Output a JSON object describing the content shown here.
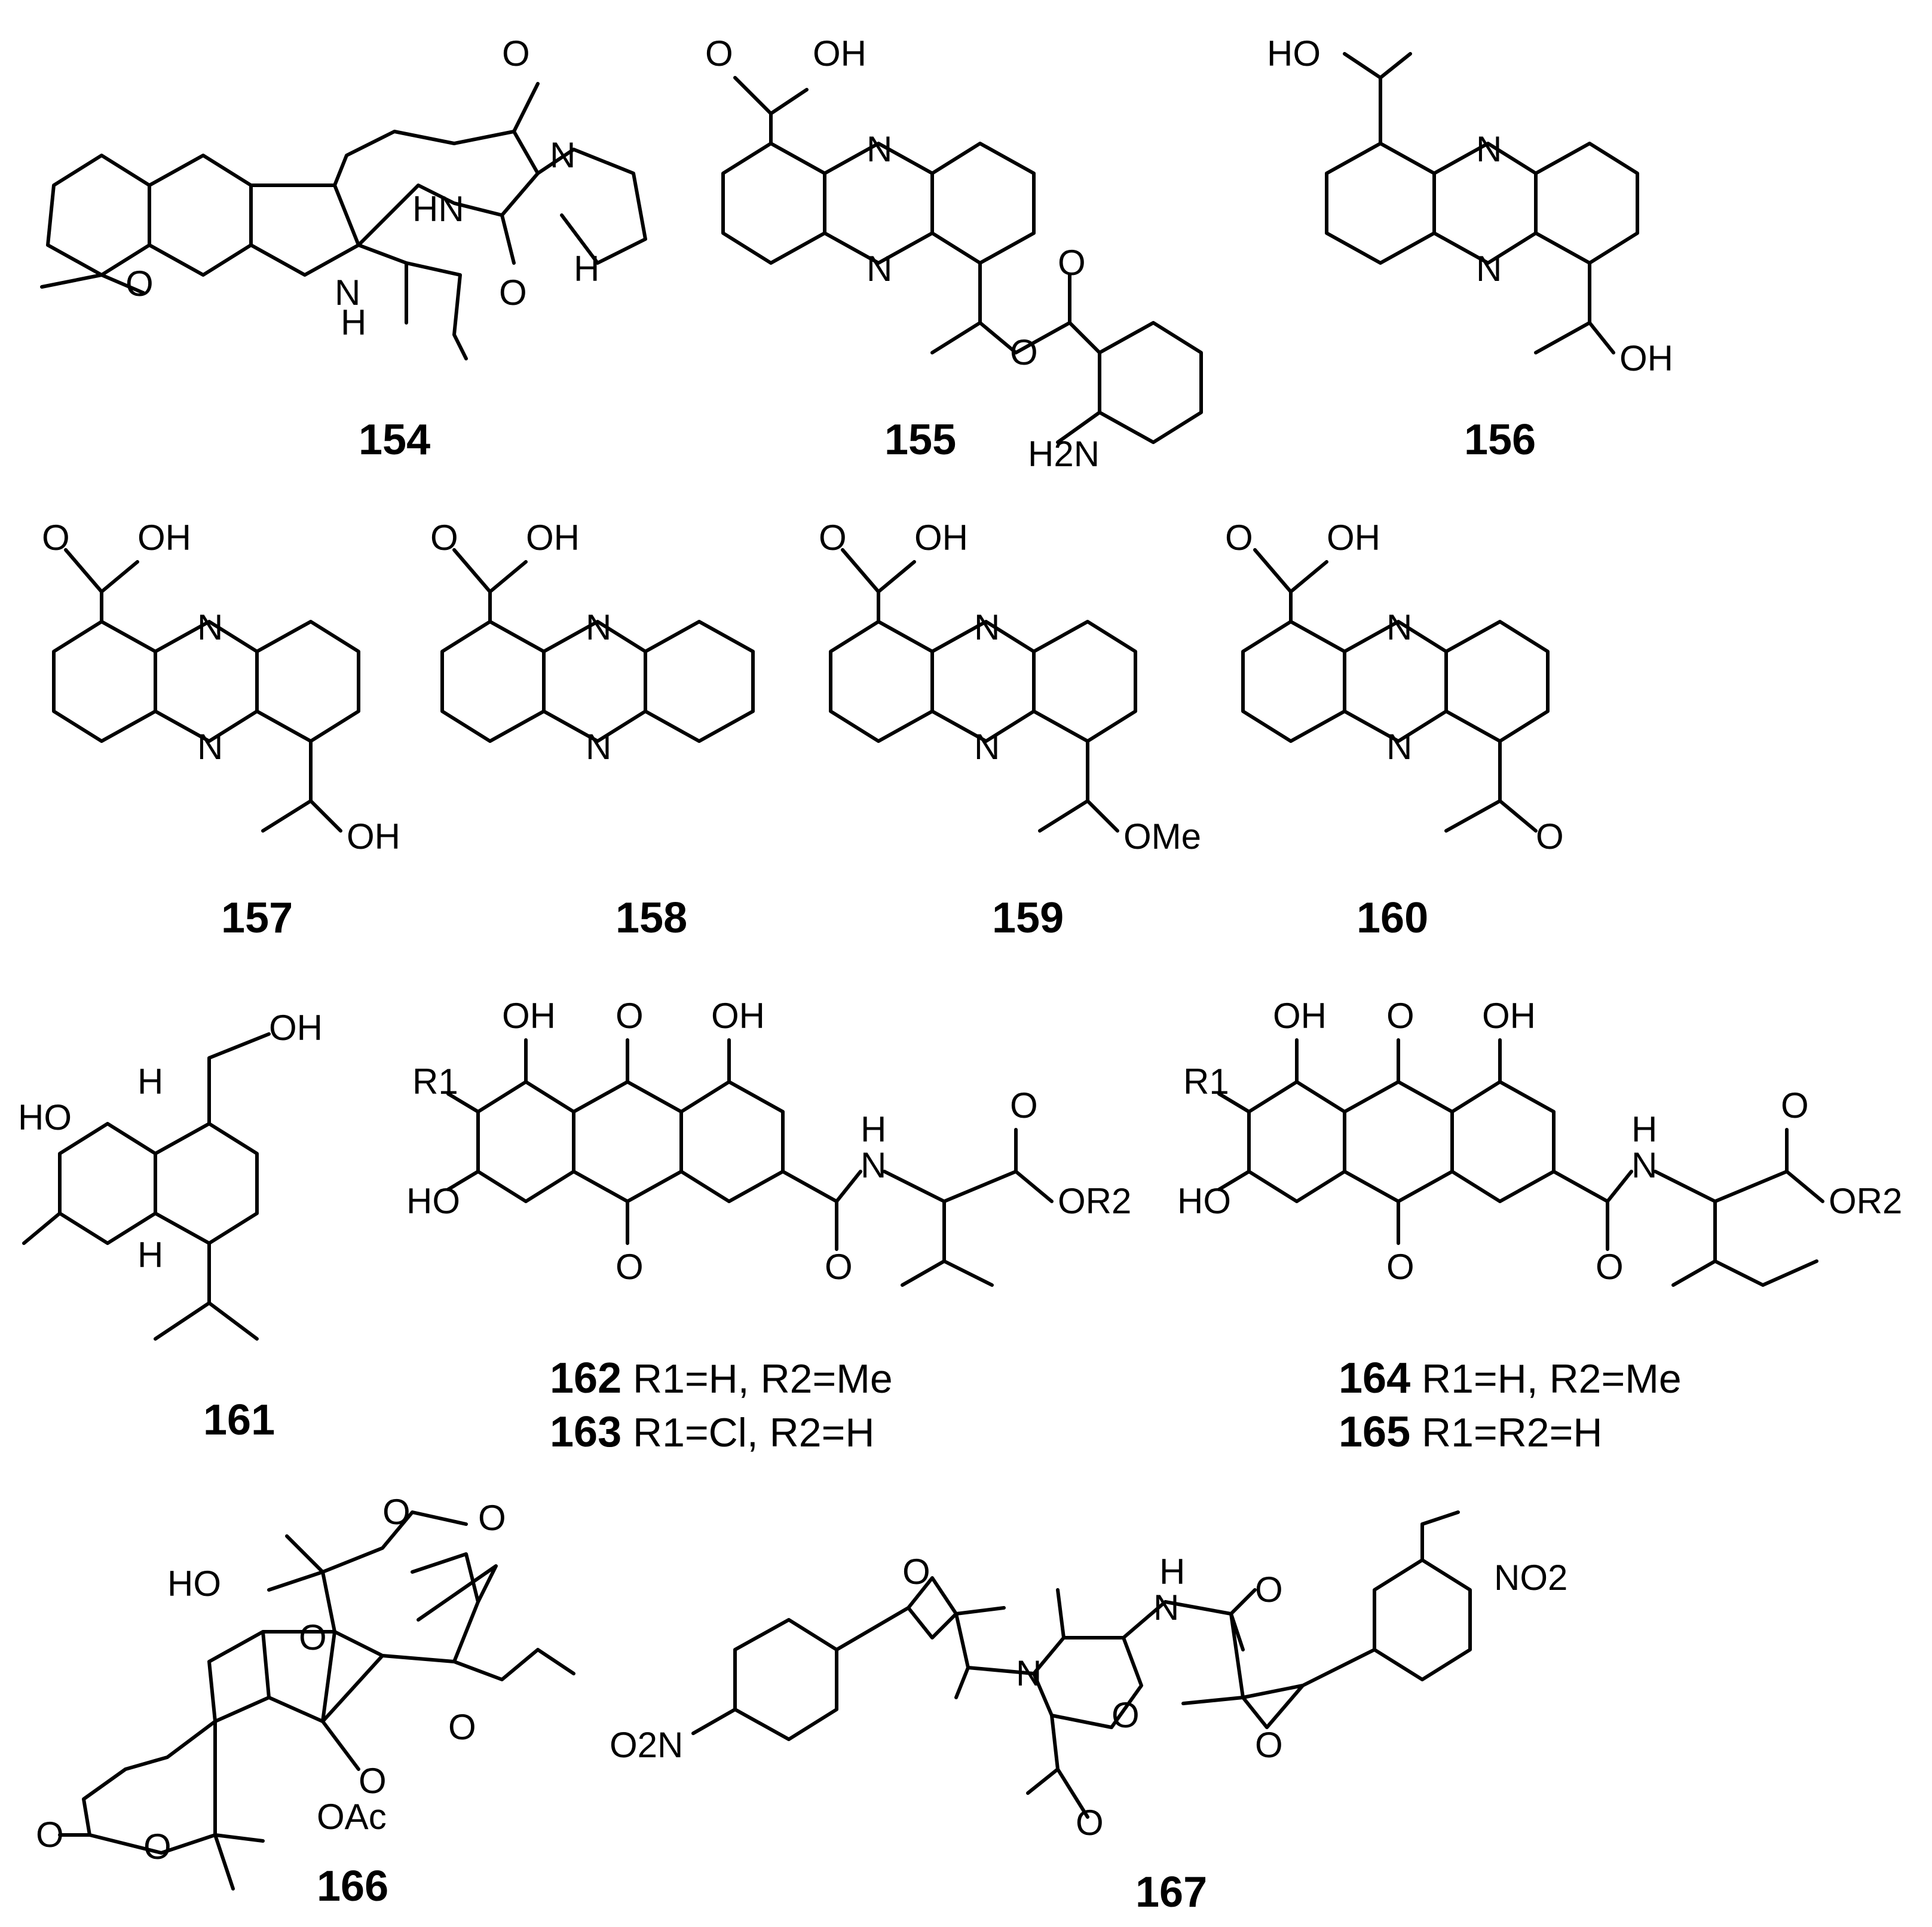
{
  "figure": {
    "compounds": [
      {
        "id": "154",
        "labels": [
          "O",
          "N",
          "HN",
          "O",
          "H",
          "O",
          "N",
          "H"
        ]
      },
      {
        "id": "155",
        "labels": [
          "O",
          "OH",
          "N",
          "N",
          "O",
          "O",
          "H2N"
        ]
      },
      {
        "id": "156",
        "labels": [
          "HO",
          "N",
          "N",
          "OH"
        ]
      },
      {
        "id": "157",
        "labels": [
          "O",
          "OH",
          "N",
          "N",
          "OH"
        ]
      },
      {
        "id": "158",
        "labels": [
          "O",
          "OH",
          "N",
          "N"
        ]
      },
      {
        "id": "159",
        "labels": [
          "O",
          "OH",
          "N",
          "N",
          "OMe"
        ]
      },
      {
        "id": "160",
        "labels": [
          "O",
          "OH",
          "N",
          "N",
          "O"
        ]
      },
      {
        "id": "161",
        "labels": [
          "OH",
          "HO",
          "H",
          "H"
        ]
      },
      {
        "id": "162",
        "labels": [
          "OH",
          "O",
          "OH",
          "R1",
          "HO",
          "O",
          "H",
          "N",
          "O",
          "OR2",
          "O"
        ]
      },
      {
        "id": "164",
        "labels": [
          "OH",
          "O",
          "OH",
          "R1",
          "HO",
          "O",
          "H",
          "N",
          "O",
          "OR2",
          "O"
        ]
      },
      {
        "id": "166",
        "labels": [
          "O",
          "O",
          "HO",
          "O",
          "O",
          "O",
          "O",
          "O",
          "OAc"
        ]
      },
      {
        "id": "167",
        "labels": [
          "O",
          "NO2",
          "H",
          "N",
          "O",
          "N",
          "O",
          "O2N",
          "O",
          "O"
        ]
      }
    ],
    "substituent_captions": [
      {
        "id": "162",
        "text": "R1=H, R2=Me"
      },
      {
        "id": "163",
        "text": "R1=Cl, R2=H"
      },
      {
        "id": "164",
        "text": "R1=H, R2=Me"
      },
      {
        "id": "165",
        "text": "R1=R2=H"
      }
    ],
    "standalone_labels": [
      "154",
      "155",
      "156",
      "157",
      "158",
      "159",
      "160",
      "161",
      "166",
      "167"
    ]
  }
}
